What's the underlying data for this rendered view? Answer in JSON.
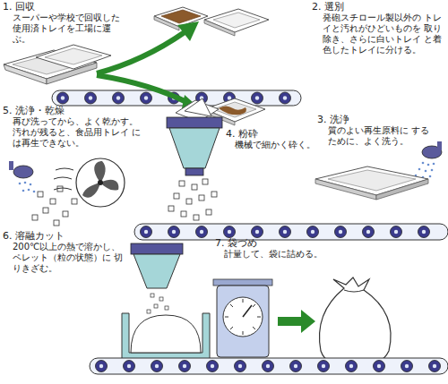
{
  "diagram": {
    "labels": [
      "1. 回収",
      "スーパーや学校で回収した 使用済トレイを工場に運ぶ。",
      "2. 選別",
      "発砲スチロール製以外の トレイと汚れがひどいものを 取り除き、さらに白いトレイ と着色したトレイに分ける。",
      "3. 洗浄",
      "質のよい再生原料に するために、よく洗う。",
      "4. 粉砕",
      "機械で細かく砕く。",
      "5. 洗浄・乾燥",
      "再び洗ってから、よく乾かす。 汚れが残ると、食品用トレイ には再生できない。",
      "6. 溶融カット",
      "200℃以上の熱で溶かし、 ペレット（粒の状態）に 切りきざむ。",
      "7. 袋づめ",
      "計量して、袋に詰める。"
    ]
  }
}
